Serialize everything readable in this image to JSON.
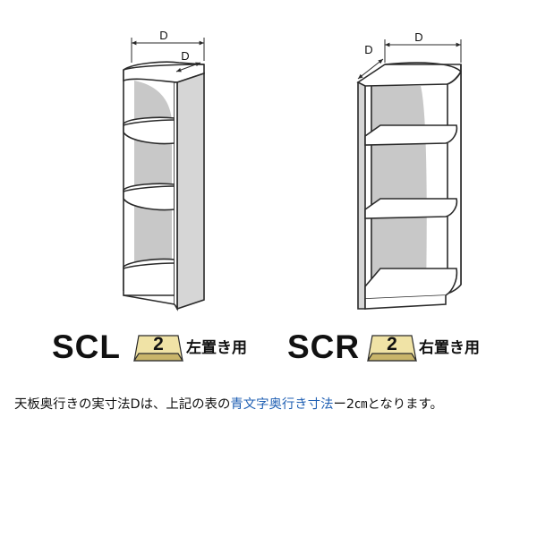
{
  "dimension_label": "D",
  "left": {
    "model": "SCL",
    "badge": "2",
    "hand": "左置き用"
  },
  "right": {
    "model": "SCR",
    "badge": "2",
    "hand": "右置き用"
  },
  "note": {
    "before": "天板奥行きの実寸法Dは、上記の表の",
    "highlight": "青文字奥行き寸法",
    "after": "ー2㎝となります。"
  },
  "colors": {
    "line": "#2a2a2a",
    "side_panel": "#d6d6d6",
    "shadow": "#c4c4c4",
    "badge_fill": "#f0e3a6",
    "badge_shade": "#c9b56a",
    "note_highlight": "#1f5fb3"
  }
}
